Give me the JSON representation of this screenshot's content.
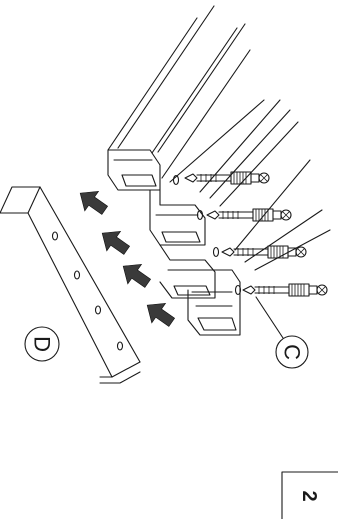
{
  "diagram": {
    "label_d": "D",
    "label_c": "C",
    "page_number": "2",
    "screw_count": 4,
    "arrow_count": 4
  }
}
